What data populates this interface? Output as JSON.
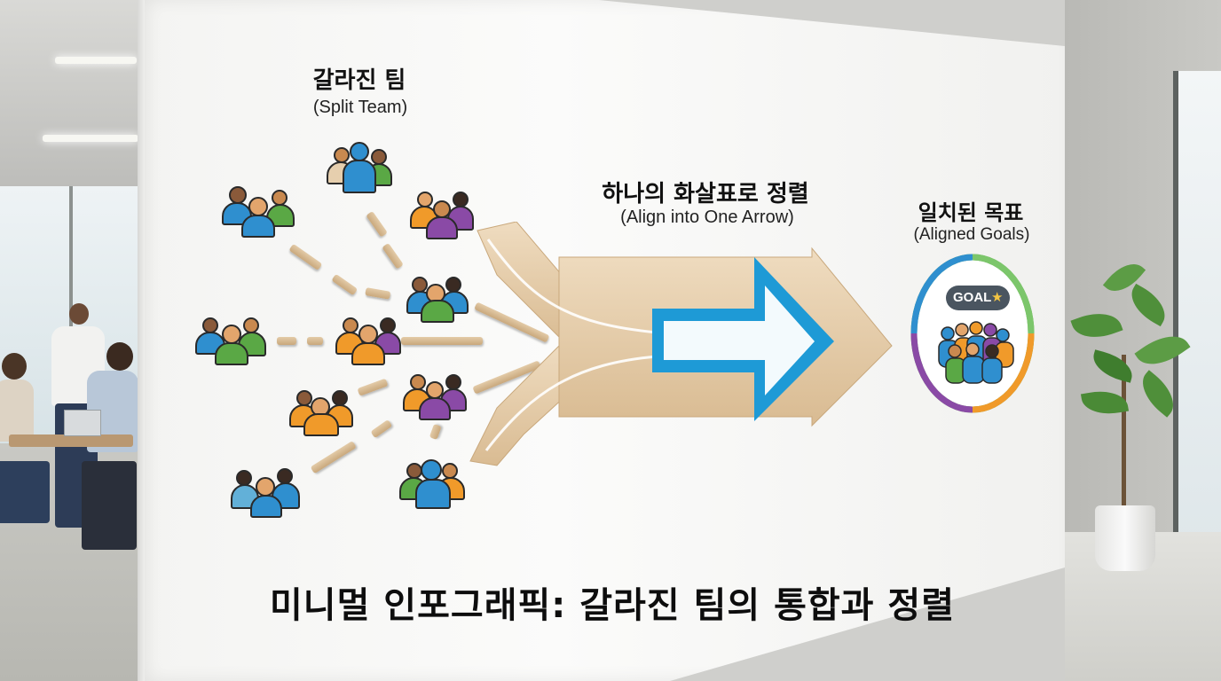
{
  "labels": {
    "split_team_ko": "갈라진 팀",
    "split_team_en": "(Split Team)",
    "align_ko": "하나의 화살표로 정렬",
    "align_en": "(Align into One Arrow)",
    "goals_ko": "일치된 목표",
    "goals_en": "(Aligned Goals)",
    "goal_badge": "GOAL",
    "main_title": "미니멀 인포그래픽: 갈라진 팀의 통합과 정렬"
  },
  "icons": {
    "star": "star-icon",
    "team": "team-icon",
    "arrow": "arrow-icon"
  },
  "colors": {
    "arrow_blue": "#1e9ad6",
    "wood": "#e6cfae",
    "purple": "#8a4aa6",
    "green": "#5aa845",
    "orange": "#f09a2a",
    "blue": "#2f8fcf"
  }
}
